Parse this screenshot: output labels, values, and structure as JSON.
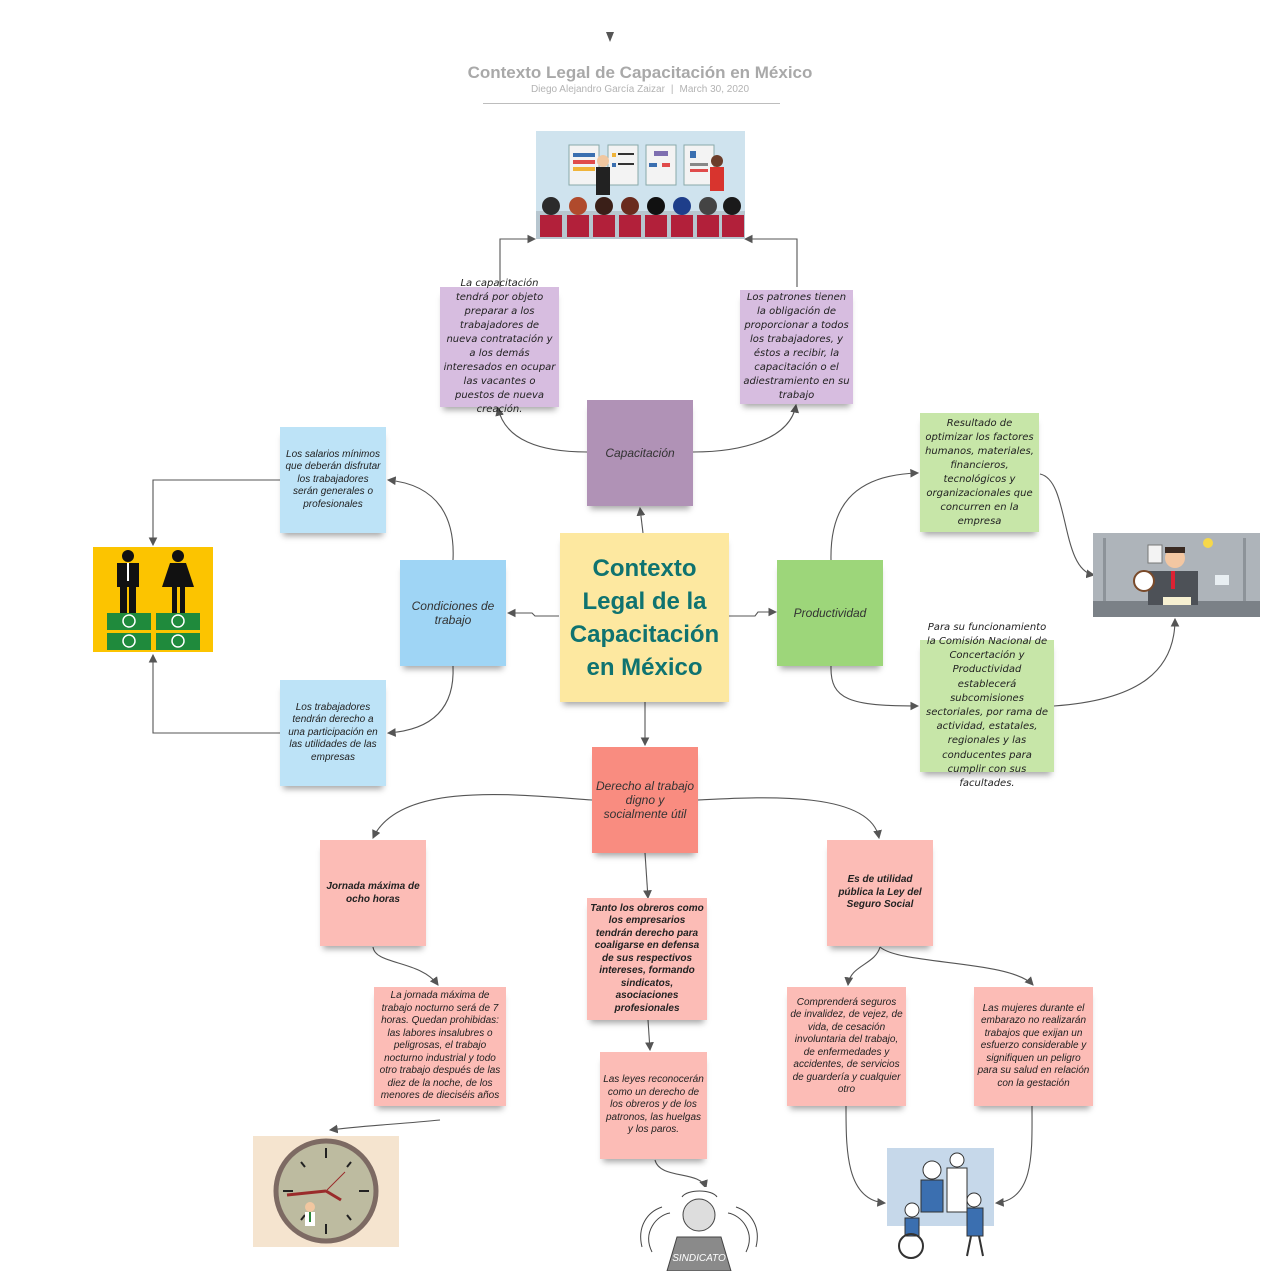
{
  "header": {
    "title": "Contexto Legal de Capacitación en México",
    "author": "Diego Alejandro García Zaizar",
    "separator": "|",
    "date": "March 30, 2020"
  },
  "center": {
    "label": "Contexto Legal de la Capacitación en México"
  },
  "branches": {
    "capacitacion": {
      "label": "Capacitación",
      "notes": [
        "La capacitación tendrá por objeto preparar a los trabajadores de nueva contratación y a los demás interesados en ocupar las vacantes o puestos de nueva creación.",
        "Los patrones tienen la obligación de proporcionar a todos los trabajadores, y éstos a recibir, la capacitación o el adiestramiento en su trabajo"
      ],
      "image": "training-presentation-illustration"
    },
    "condiciones": {
      "label": "Condiciones de trabajo",
      "notes": [
        "Los salarios mínimos que deberán disfrutar los trabajadores serán generales o profesionales",
        "Los trabajadores tendrán derecho a una participación en las utilidades de las empresas"
      ],
      "image": "equal-pay-illustration"
    },
    "productividad": {
      "label": "Productividad",
      "notes": [
        "Resultado de optimizar los factores humanos, materiales, financieros, tecnológicos y organizacionales que concurren en la empresa",
        "Para su funcionamiento la Comisión Nacional de Concertación y Productividad establecerá subcomisiones sectoriales, por rama de actividad, estatales, regionales y las conducentes para cumplir con sus facultades."
      ],
      "image": "multitasking-worker-illustration"
    },
    "derecho": {
      "label": "Derecho al trabajo digno y socialmente útil",
      "jornada": {
        "label": "Jornada máxima de ocho horas",
        "note": "La jornada máxima de trabajo nocturno será de 7 horas. Quedan prohibidas: las labores insalubres o peligrosas, el trabajo nocturno industrial y todo otro trabajo después de las diez de la noche, de los menores de dieciséis años",
        "image": "clock-worker-illustration"
      },
      "sindicatos": {
        "label": "Tanto los obreros como los empresarios tendrán derecho para coaligarse en defensa de sus respectivos intereses, formando sindicatos, asociaciones profesionales",
        "note": "Las leyes reconocerán como un derecho de los obreros y de los patronos, las huelgas y los paros.",
        "image_caption": "SINDICATO"
      },
      "seguro": {
        "label": "Es de utilidad pública la Ley del Seguro Social",
        "notes": [
          "Comprenderá seguros de invalidez, de vejez, de vida, de cesación involuntaria del trabajo, de enfermedades y accidentes, de servicios de guardería y cualquier otro",
          "Las mujeres durante el embarazo no realizarán trabajos que exijan un esfuerzo considerable y signifiquen un peligro para su salud en relación con la gestación"
        ],
        "image": "social-security-illustration"
      }
    }
  },
  "colors": {
    "center_bg": "#fde8a0",
    "center_text": "#0f7370",
    "capacitacion": "#b092b6",
    "capacitacion_notes": "#d7bde0",
    "condiciones": "#9fd5f5",
    "condiciones_notes": "#bde3f7",
    "productividad": "#9dd67a",
    "productividad_notes": "#c7e6a8",
    "derecho": "#f98c80",
    "derecho_notes": "#fcbcb6",
    "connector": "#555555"
  }
}
